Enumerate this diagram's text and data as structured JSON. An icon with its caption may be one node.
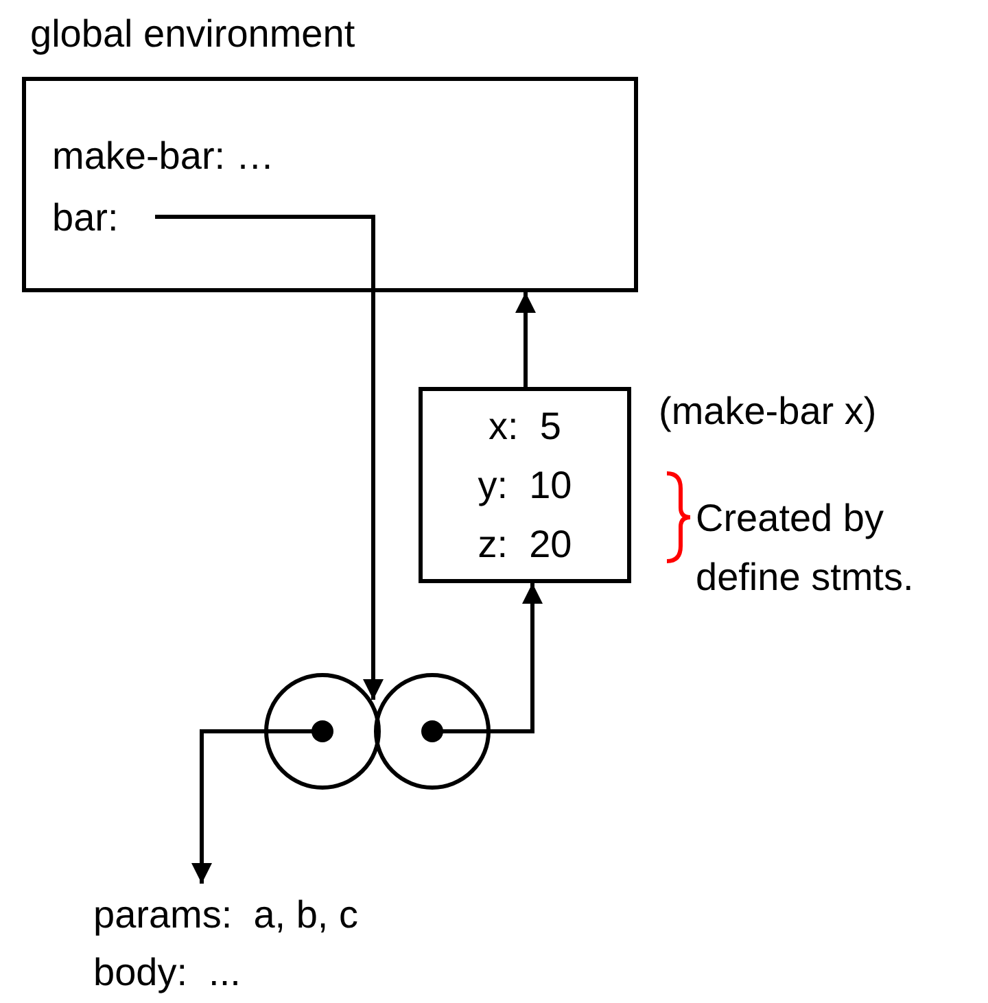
{
  "diagram": {
    "nodes": [
      {
        "text": [
          "global environment",
          "make-bar: …"
        ]
      },
      {
        "text": [
          "bar:"
        ],
        "in": 0
      },
      {
        "text": [
          "x:  5",
          "y:  10",
          "z:  20"
        ],
        "beside": [
          "(make-bar x)"
        ]
      },
      {
        "text": [],
        "shape": "circle"
      },
      {
        "text": [],
        "shape": "circle"
      },
      {
        "text": [
          "params:  a, b, c",
          "body:  ..."
        ]
      }
    ],
    "edges": [
      {
        "from": 1,
        "to": 3,
        "arrow": "to"
      },
      {
        "from": 4,
        "to": 2,
        "arrow": "to"
      },
      {
        "from": 2,
        "to": 0,
        "arrow": "to"
      },
      {
        "from": 3,
        "to": 5,
        "arrow": "to"
      }
    ],
    "labels": [
      "Created by define stmts."
    ]
  }
}
